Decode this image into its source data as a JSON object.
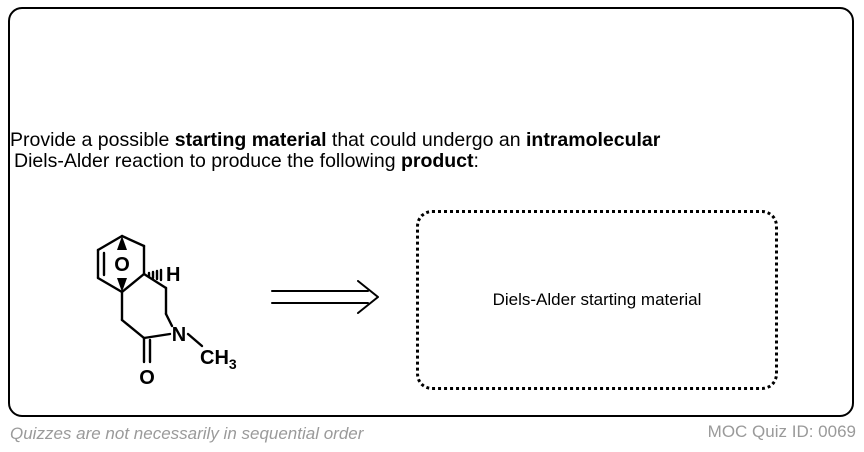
{
  "question": {
    "line1_prefix": "Provide a possible ",
    "line1_bold1": "starting material",
    "line1_middle": " that could undergo an ",
    "line1_bold2": "intramolecular",
    "line2_prefix": "Diels-Alder reaction to produce the following ",
    "line2_bold": "product",
    "line2_suffix": ":"
  },
  "molecule": {
    "atoms": {
      "oxygen_bridge": "O",
      "hydrogen": "H",
      "nitrogen": "N",
      "carbonyl_oxygen": "O",
      "methyl_c": "CH",
      "methyl_sub": "3"
    }
  },
  "answer_box": {
    "label": "Diels-Alder starting material"
  },
  "footer": {
    "note": "Quizzes are not necessarily in sequential order",
    "quiz_id": "MOC Quiz ID: 0069"
  }
}
